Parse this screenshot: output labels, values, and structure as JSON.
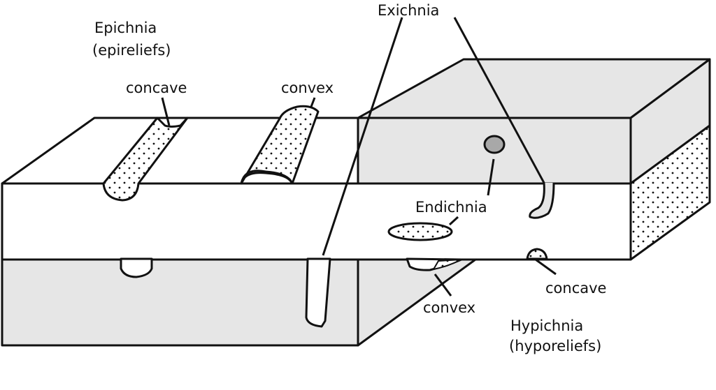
{
  "labels": {
    "epichnia": "Epichnia",
    "epireliefs": "(epireliefs)",
    "concave_top": "concave",
    "convex_top": "convex",
    "exichnia": "Exichnia",
    "endichnia": "Endichnia",
    "concave_bottom": "concave",
    "convex_bottom": "convex",
    "hypichnia": "Hypichnia",
    "hyporeliefs": "(hyporeliefs)"
  },
  "colors": {
    "gray": "#e6e6e6",
    "dark_gray": "#a8a8a8",
    "line": "#111111"
  }
}
